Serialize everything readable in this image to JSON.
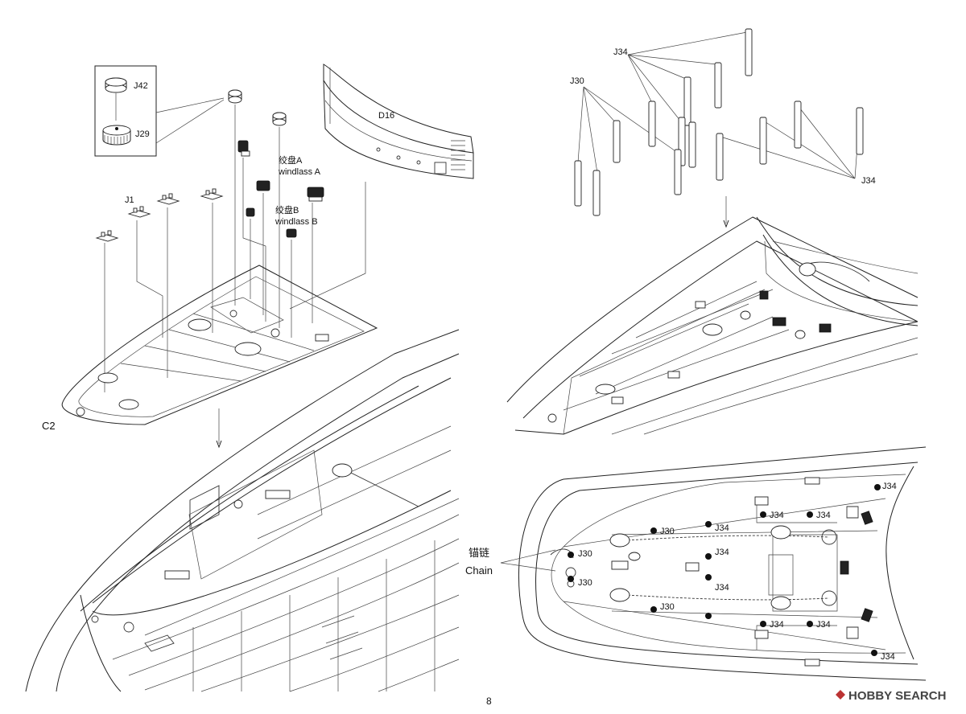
{
  "page_number": "8",
  "watermark": "HOBBY SEARCH",
  "top_left": {
    "inset_labels": {
      "top": "J42",
      "bottom": "J29"
    },
    "part_d16": "D16",
    "windlass_a_cn": "绞盘A",
    "windlass_a_en": "windlass A",
    "windlass_b_cn": "绞盘B",
    "windlass_b_en": "windlass B",
    "j1": "J1",
    "c2": "C2"
  },
  "top_right": {
    "j34_top": "J34",
    "j30": "J30",
    "j34_right": "J34"
  },
  "bottom_right": {
    "chain_cn": "锚链",
    "chain_en": "Chain",
    "labels": {
      "j34_a": "J34",
      "j34_b": "J34",
      "j34_c": "J34",
      "j30_a": "J30",
      "j34_d": "J34",
      "j30_b": "J30",
      "j34_e": "J34",
      "j30_c": "J30",
      "j34_f": "J34",
      "j30_d": "J30",
      "j34_g": "J34",
      "j34_h": "J34",
      "j34_i": "J34"
    }
  }
}
